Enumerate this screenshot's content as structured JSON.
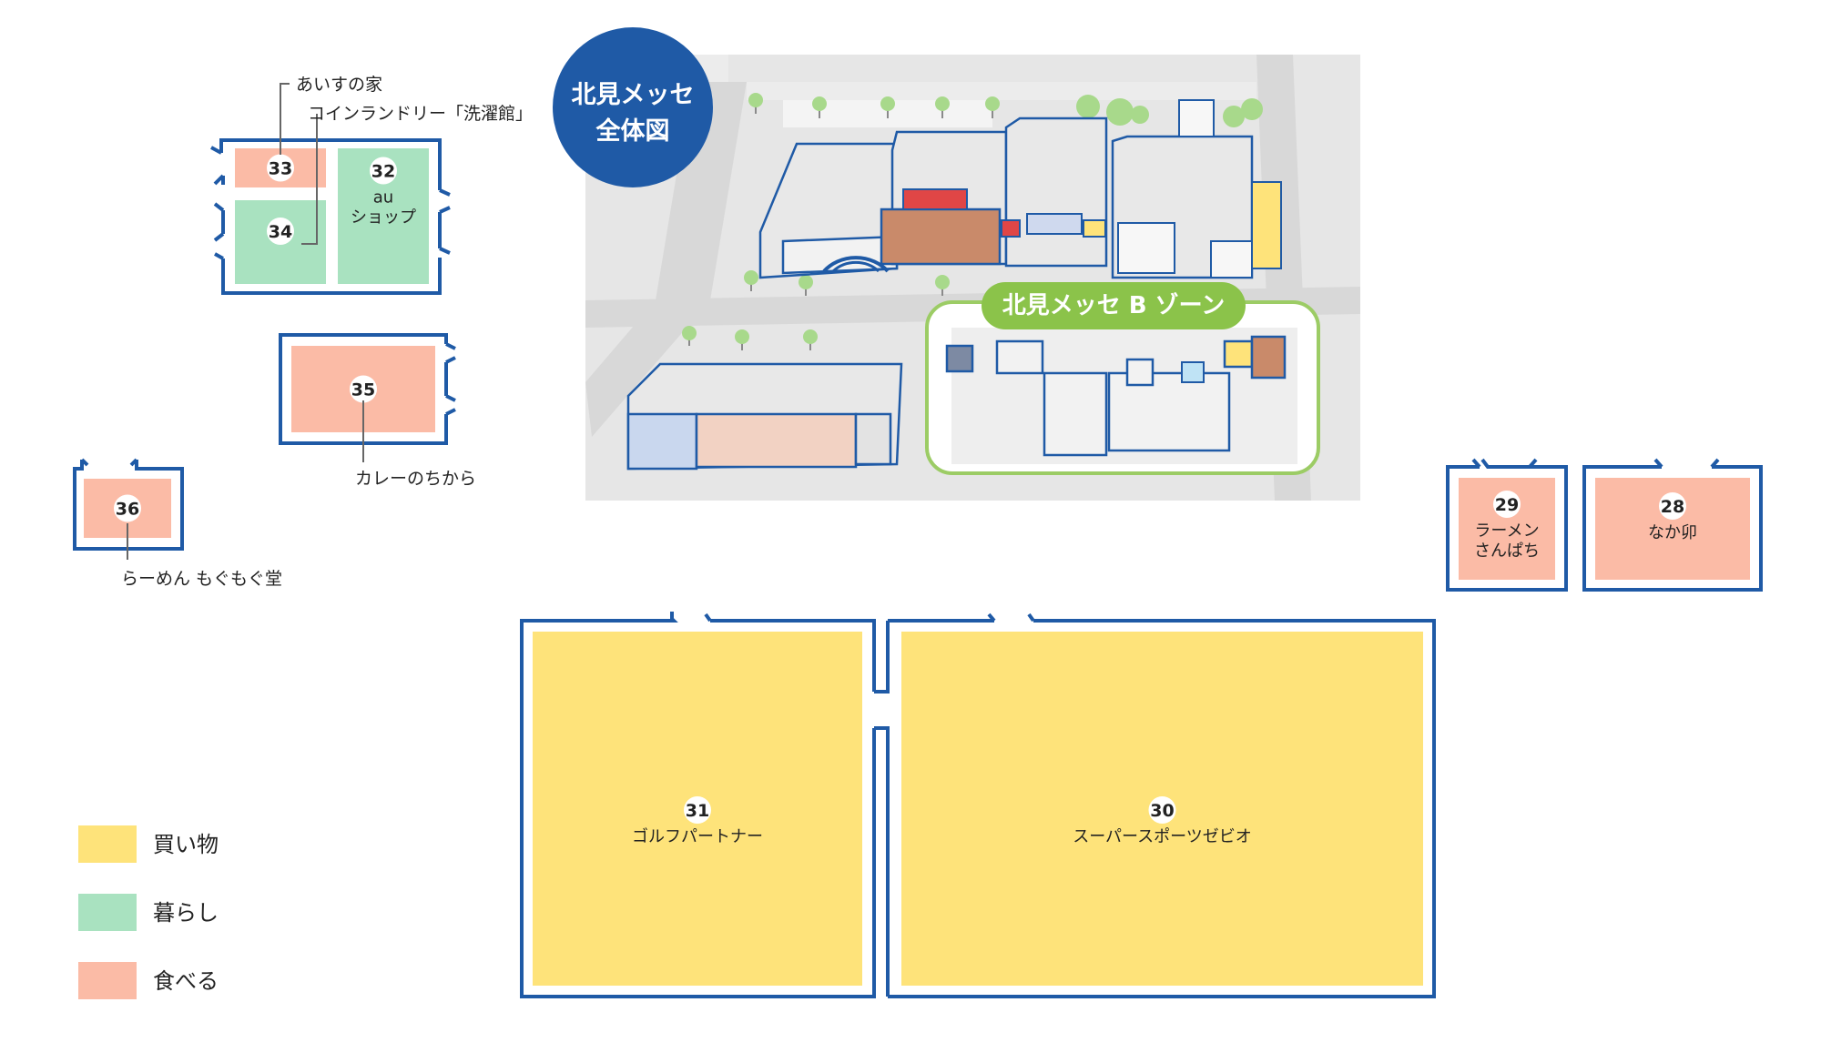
{
  "aerial": {
    "badge_line1": "北見メッセ",
    "badge_line2": "全体図",
    "zone_label": "北見メッセ B ゾーン"
  },
  "shops": [
    {
      "id": "s33",
      "number": "33",
      "category": "food",
      "name_lines": []
    },
    {
      "id": "s34",
      "number": "34",
      "category": "living",
      "name_lines": []
    },
    {
      "id": "s32",
      "number": "32",
      "category": "living",
      "name_lines": [
        "au",
        "ショップ"
      ]
    },
    {
      "id": "s35",
      "number": "35",
      "category": "food",
      "name_lines": []
    },
    {
      "id": "s36",
      "number": "36",
      "category": "food",
      "name_lines": []
    },
    {
      "id": "s29",
      "number": "29",
      "category": "food",
      "name_lines": [
        "ラーメン",
        "さんぱち"
      ]
    },
    {
      "id": "s28",
      "number": "28",
      "category": "food",
      "name_lines": [
        "なか卯"
      ]
    },
    {
      "id": "s31",
      "number": "31",
      "category": "shopping",
      "name_lines": [
        "ゴルフパートナー"
      ]
    },
    {
      "id": "s30",
      "number": "30",
      "category": "shopping",
      "name_lines": [
        "スーパースポーツゼビオ"
      ]
    }
  ],
  "callouts": {
    "s33": "あいすの家",
    "s34": "コインランドリー「洗濯館」",
    "s35": "カレーのちから",
    "s36": "らーめん もぐもぐ堂"
  },
  "legend": [
    {
      "label": "買い物",
      "color": "#fee37a"
    },
    {
      "label": "暮らし",
      "color": "#a9e2c0"
    },
    {
      "label": "食べる",
      "color": "#fbbba6"
    }
  ],
  "colors": {
    "wall": "#1f5aa6",
    "shopping": "#fee37a",
    "living": "#a9e2c0",
    "food": "#fbbba6",
    "zone": "#8bc34a"
  }
}
